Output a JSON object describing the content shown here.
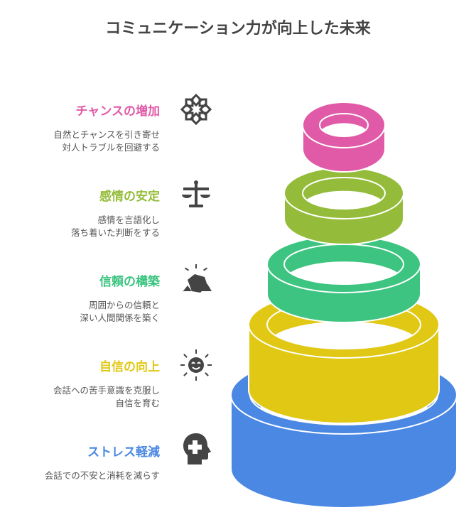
{
  "title": "コミュニケーション力が向上した未来",
  "items": [
    {
      "title": "チャンスの増加",
      "desc1": "自然とチャンスを引き寄せ",
      "desc2": "対人トラブルを回避する",
      "color": "#e05aa8",
      "icon": "flower-icon"
    },
    {
      "title": "感情の安定",
      "desc1": "感情を言語化し",
      "desc2": "落ち着いた判断をする",
      "color": "#94bc3a",
      "icon": "balance-scale-icon"
    },
    {
      "title": "信頼の構築",
      "desc1": "周囲からの信頼と",
      "desc2": "深い人間関係を築く",
      "color": "#3cc480",
      "icon": "handshake-icon"
    },
    {
      "title": "自信の向上",
      "desc1": "会話への苦手意識を克服し",
      "desc2": "自信を育む",
      "color": "#e0c814",
      "icon": "smiling-sun-icon"
    },
    {
      "title": "ストレス軽減",
      "desc1": "会話での不安と消耗を減らす",
      "desc2": "",
      "color": "#4a88e4",
      "icon": "head-plus-icon"
    }
  ]
}
